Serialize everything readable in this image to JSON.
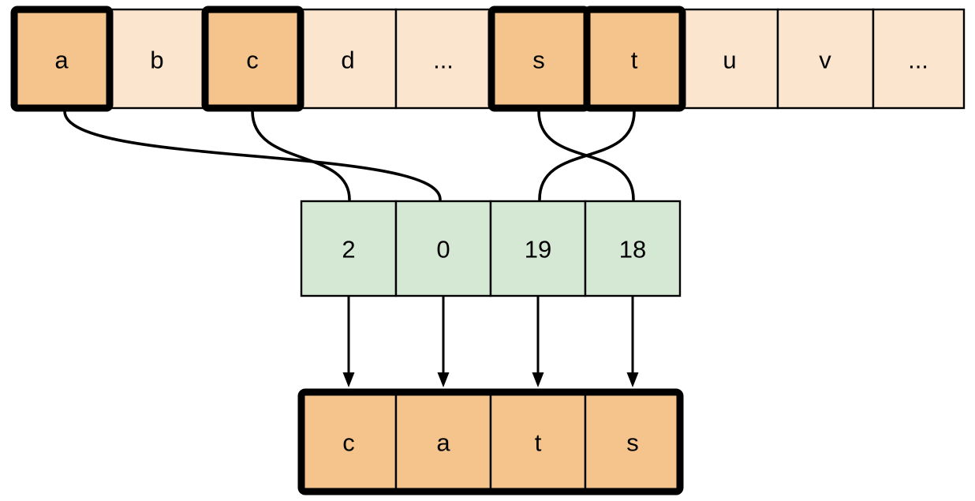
{
  "alphabet_row": {
    "cells": [
      {
        "label": "a",
        "highlighted": true
      },
      {
        "label": "b",
        "highlighted": false
      },
      {
        "label": "c",
        "highlighted": true
      },
      {
        "label": "d",
        "highlighted": false
      },
      {
        "label": "...",
        "highlighted": false
      },
      {
        "label": "s",
        "highlighted": true
      },
      {
        "label": "t",
        "highlighted": true
      },
      {
        "label": "u",
        "highlighted": false
      },
      {
        "label": "v",
        "highlighted": false
      },
      {
        "label": "...",
        "highlighted": false
      }
    ]
  },
  "index_row": {
    "cells": [
      {
        "value": "2"
      },
      {
        "value": "0"
      },
      {
        "value": "19"
      },
      {
        "value": "18"
      }
    ]
  },
  "output_row": {
    "cells": [
      {
        "letter": "c"
      },
      {
        "letter": "a"
      },
      {
        "letter": "t"
      },
      {
        "letter": "s"
      }
    ]
  },
  "mappings": {
    "letter_to_index": [
      {
        "letter": "a",
        "index": "0"
      },
      {
        "letter": "c",
        "index": "2"
      },
      {
        "letter": "s",
        "index": "18"
      },
      {
        "letter": "t",
        "index": "19"
      }
    ]
  },
  "colors": {
    "cell_light": "#fbe5ce",
    "cell_highlight": "#f5c48c",
    "index_fill": "#d5e8d4",
    "stroke": "#000000"
  }
}
